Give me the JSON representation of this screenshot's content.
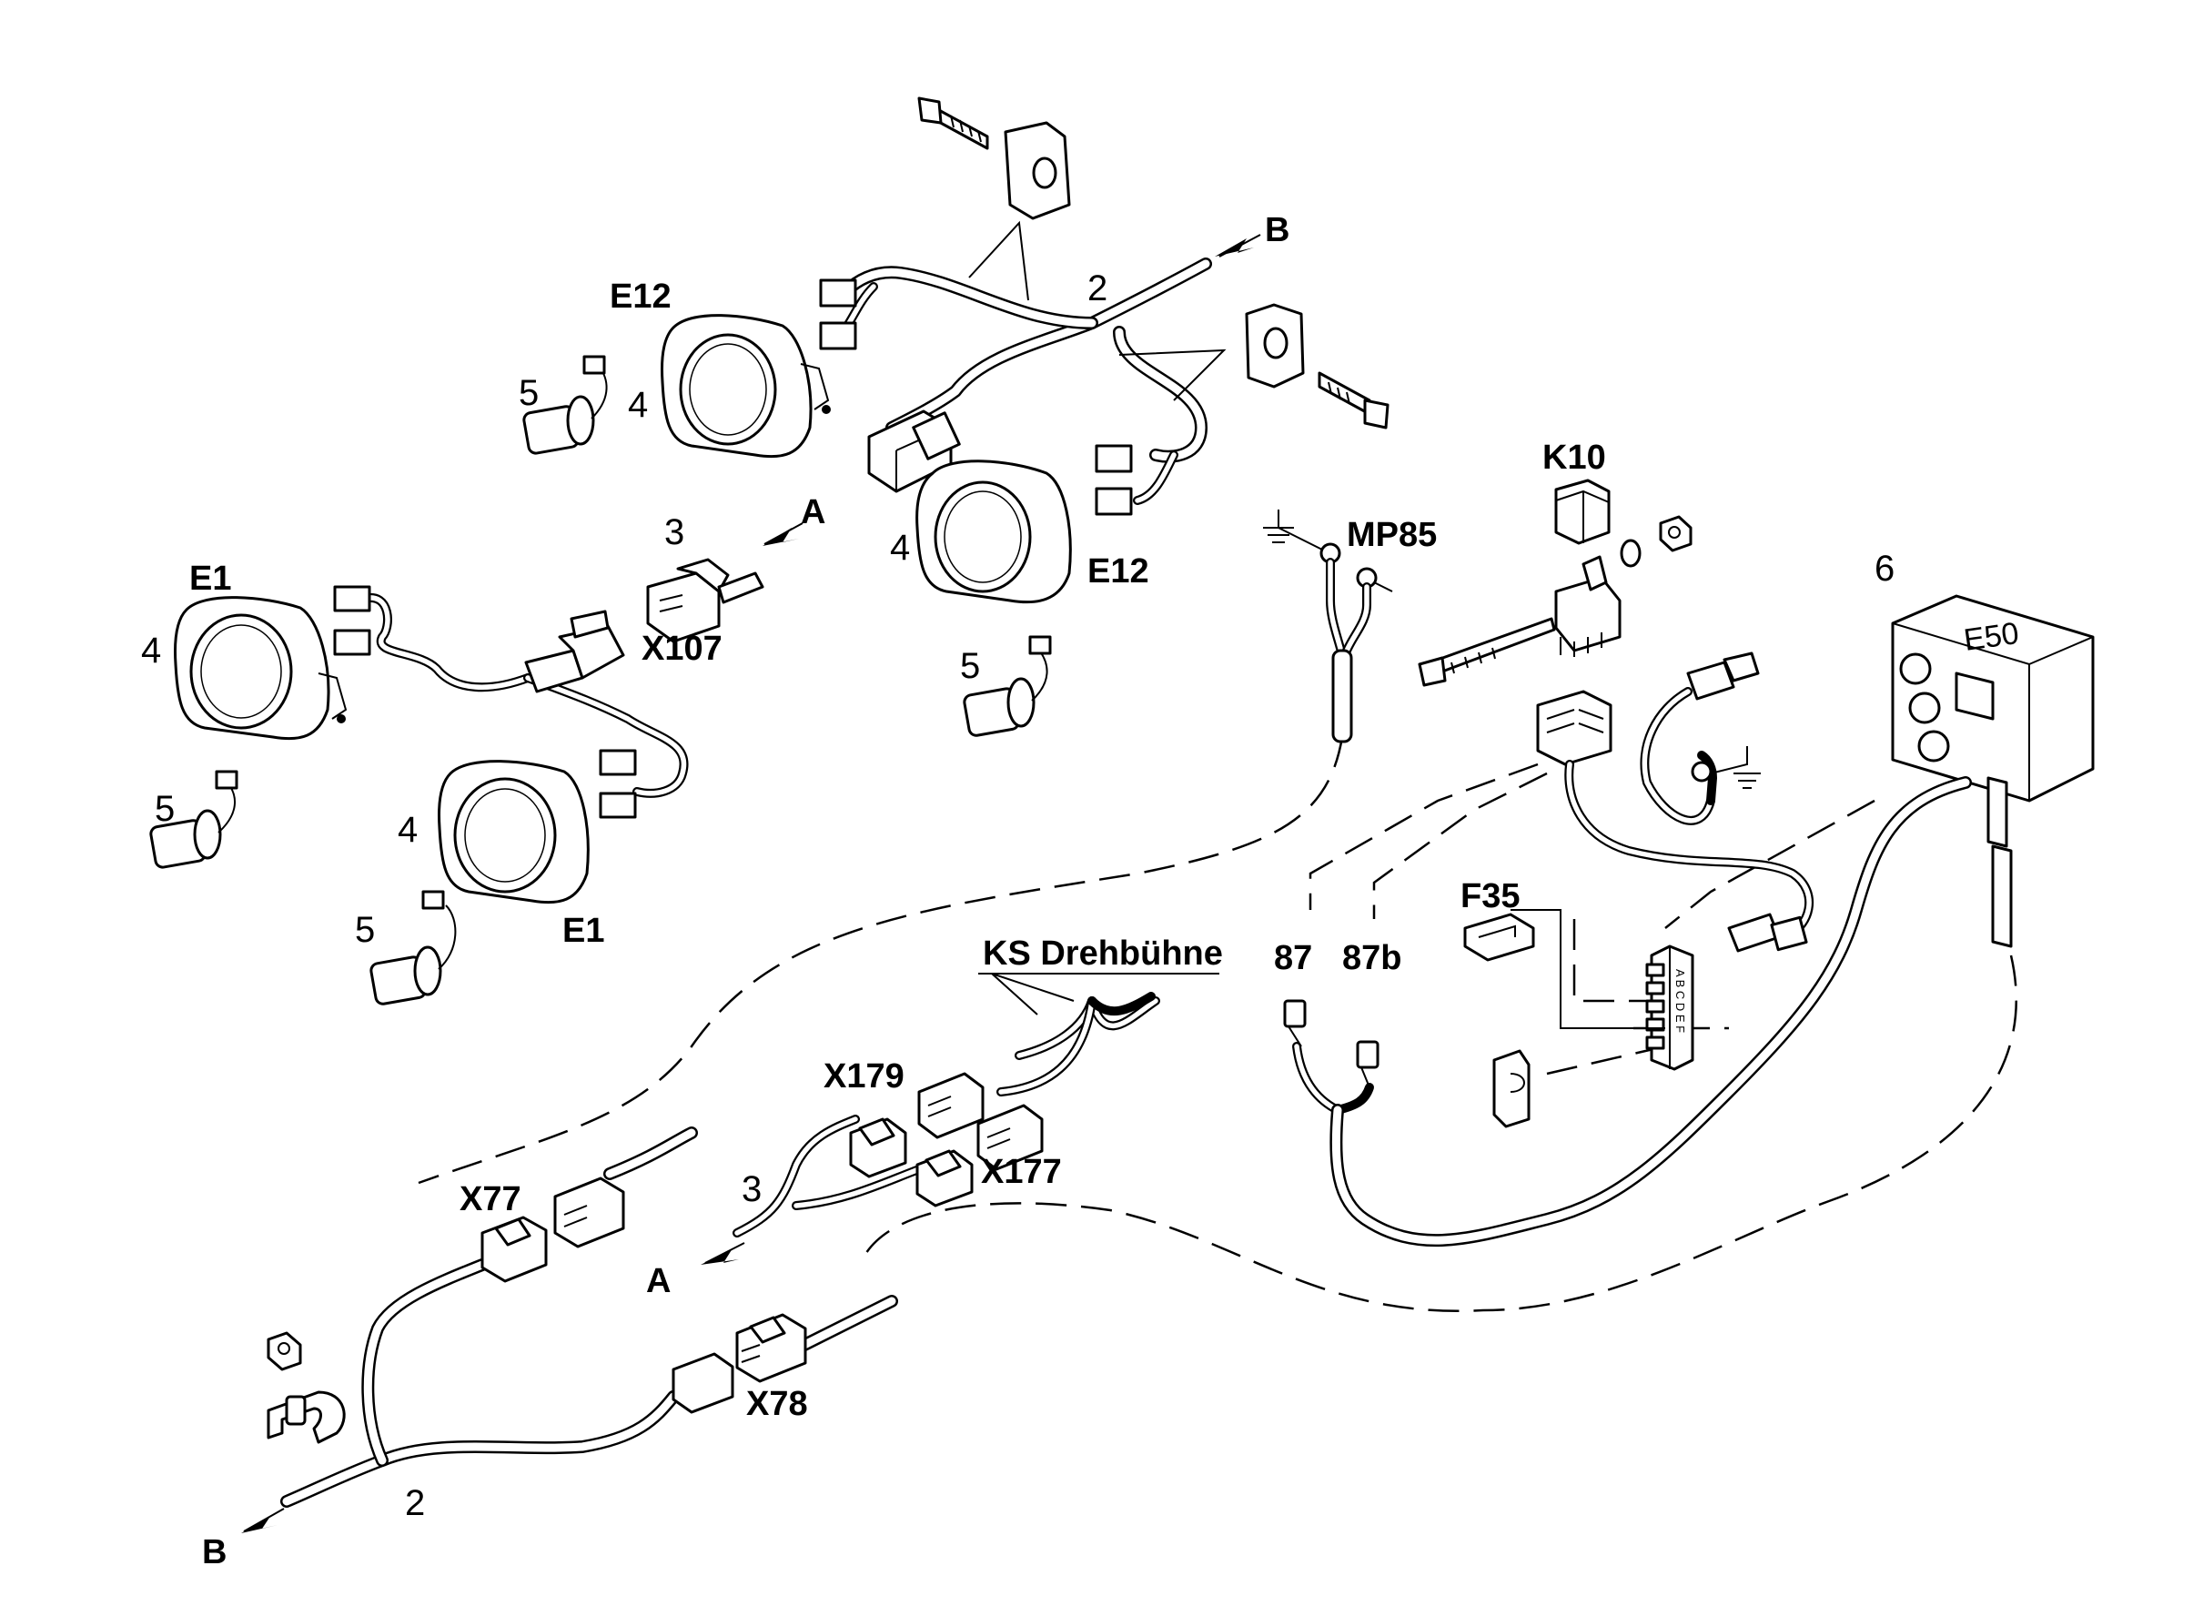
{
  "labels": {
    "e12_top": "E12",
    "e12_mid": "E12",
    "e1_left": "E1",
    "e1_low": "E1",
    "x107": "X107",
    "mp85": "MP85",
    "k10": "K10",
    "f35": "F35",
    "x77": "X77",
    "x78": "X78",
    "x179": "X179",
    "x177": "X177",
    "ks_drehbuehne": "KS Drehbühne",
    "e50": "E50"
  },
  "arrows": {
    "a_top": "A",
    "b_top": "B",
    "a_bottom": "A",
    "b_bottom": "B"
  },
  "numbers": {
    "n2_top": "2",
    "n3_top": "3",
    "n5_a": "5",
    "n4_a": "4",
    "n4_b": "4",
    "n4_c": "4",
    "n5_b": "5",
    "n5_c": "5",
    "n4_d": "4",
    "n5_d": "5",
    "n6": "6",
    "n87": "87",
    "n87b": "87b",
    "n3_bottom": "3",
    "n2_bottom": "2"
  },
  "fuse_holder_pins": "A B C D E F",
  "icons": [
    "ground-symbol",
    "arrow-head",
    "lamp",
    "bulb",
    "connector",
    "relay",
    "fuse",
    "bolt",
    "clamp",
    "junction-box"
  ]
}
